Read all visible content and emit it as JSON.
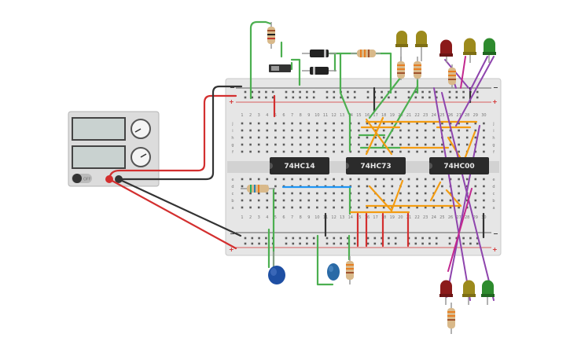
{
  "chips": [
    {
      "label": "74HC14"
    },
    {
      "label": "74HC73"
    },
    {
      "label": "74HC00"
    }
  ],
  "power_supply": {
    "switch_label": "OFF"
  },
  "rails": {
    "plus": "+",
    "minus": "−"
  },
  "row_letters_top": [
    "j",
    "i",
    "h",
    "g",
    "f"
  ],
  "row_letters_bottom": [
    "e",
    "d",
    "c",
    "b",
    "a"
  ],
  "column_numbers": [
    "1",
    "2",
    "3",
    "4",
    "5",
    "6",
    "7",
    "8",
    "9",
    "10",
    "11",
    "12",
    "13",
    "14",
    "15",
    "16",
    "17",
    "18",
    "19",
    "20",
    "21",
    "22",
    "23",
    "24",
    "25",
    "26",
    "27",
    "28",
    "29",
    "30"
  ],
  "colors": {
    "wire_red": "#d32f2f",
    "wire_black": "#333333",
    "wire_green": "#4caf50",
    "wire_orange": "#f39c12",
    "wire_blue": "#2196f3",
    "wire_purple": "#8e44ad",
    "wire_magenta": "#c2278f",
    "led_red": "#8b1a1a",
    "led_yellow": "#9c8a1c",
    "led_green": "#2e8b2e",
    "board": "#e6e6e6"
  }
}
